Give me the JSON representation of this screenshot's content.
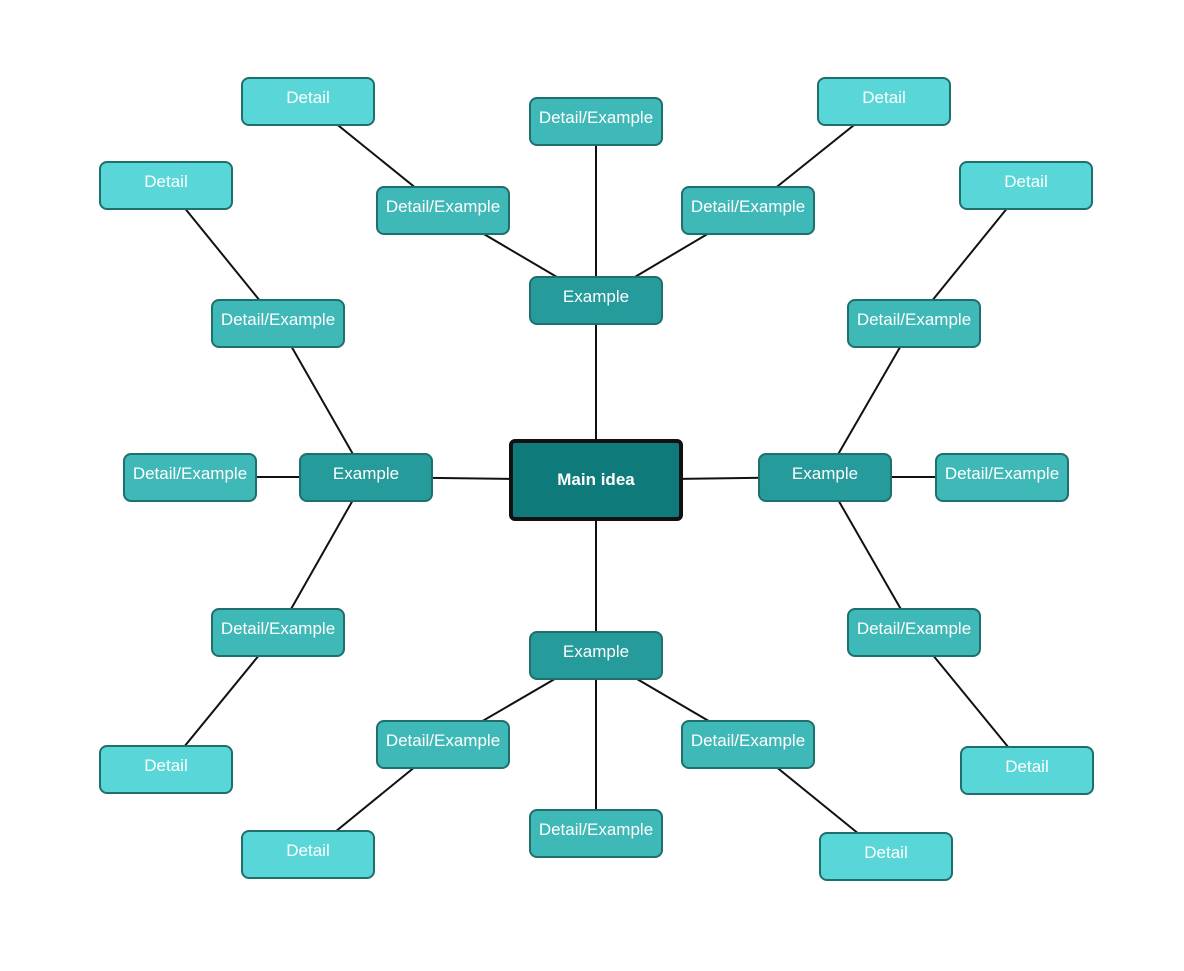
{
  "colors": {
    "main_fill": "#0f7a7a",
    "example_fill": "#269b9b",
    "detail_example_fill": "#3fb8b8",
    "detail_fill": "#59d6d8",
    "edge": "#111111",
    "node_border": "#1f6f6c"
  },
  "nodes": [
    {
      "id": "main",
      "level": "main",
      "label": "Main idea"
    },
    {
      "id": "ex-top",
      "level": "example",
      "label": "Example"
    },
    {
      "id": "ex-left",
      "level": "example",
      "label": "Example"
    },
    {
      "id": "ex-right",
      "level": "example",
      "label": "Example"
    },
    {
      "id": "ex-bottom",
      "level": "example",
      "label": "Example"
    },
    {
      "id": "de-top-c",
      "level": "detail-example",
      "label": "Detail/Example"
    },
    {
      "id": "de-top-l",
      "level": "detail-example",
      "label": "Detail/Example"
    },
    {
      "id": "de-top-r",
      "level": "detail-example",
      "label": "Detail/Example"
    },
    {
      "id": "de-left-u",
      "level": "detail-example",
      "label": "Detail/Example"
    },
    {
      "id": "de-left-m",
      "level": "detail-example",
      "label": "Detail/Example"
    },
    {
      "id": "de-left-d",
      "level": "detail-example",
      "label": "Detail/Example"
    },
    {
      "id": "de-right-u",
      "level": "detail-example",
      "label": "Detail/Example"
    },
    {
      "id": "de-right-m",
      "level": "detail-example",
      "label": "Detail/Example"
    },
    {
      "id": "de-right-d",
      "level": "detail-example",
      "label": "Detail/Example"
    },
    {
      "id": "de-bot-l",
      "level": "detail-example",
      "label": "Detail/Example"
    },
    {
      "id": "de-bot-c",
      "level": "detail-example",
      "label": "Detail/Example"
    },
    {
      "id": "de-bot-r",
      "level": "detail-example",
      "label": "Detail/Example"
    },
    {
      "id": "d-top-l",
      "level": "detail",
      "label": "Detail"
    },
    {
      "id": "d-top-r",
      "level": "detail",
      "label": "Detail"
    },
    {
      "id": "d-left-u",
      "level": "detail",
      "label": "Detail"
    },
    {
      "id": "d-left-d",
      "level": "detail",
      "label": "Detail"
    },
    {
      "id": "d-right-u",
      "level": "detail",
      "label": "Detail"
    },
    {
      "id": "d-right-d",
      "level": "detail",
      "label": "Detail"
    },
    {
      "id": "d-bot-l",
      "level": "detail",
      "label": "Detail"
    },
    {
      "id": "d-bot-r",
      "level": "detail",
      "label": "Detail"
    }
  ],
  "edges": [
    [
      "main",
      "ex-top"
    ],
    [
      "main",
      "ex-left"
    ],
    [
      "main",
      "ex-right"
    ],
    [
      "main",
      "ex-bottom"
    ],
    [
      "ex-top",
      "de-top-c"
    ],
    [
      "ex-top",
      "de-top-l"
    ],
    [
      "ex-top",
      "de-top-r"
    ],
    [
      "de-top-l",
      "d-top-l"
    ],
    [
      "de-top-r",
      "d-top-r"
    ],
    [
      "ex-left",
      "de-left-u"
    ],
    [
      "ex-left",
      "de-left-m"
    ],
    [
      "ex-left",
      "de-left-d"
    ],
    [
      "de-left-u",
      "d-left-u"
    ],
    [
      "de-left-d",
      "d-left-d"
    ],
    [
      "ex-right",
      "de-right-u"
    ],
    [
      "ex-right",
      "de-right-m"
    ],
    [
      "ex-right",
      "de-right-d"
    ],
    [
      "de-right-u",
      "d-right-u"
    ],
    [
      "de-right-d",
      "d-right-d"
    ],
    [
      "ex-bottom",
      "de-bot-l"
    ],
    [
      "ex-bottom",
      "de-bot-c"
    ],
    [
      "ex-bottom",
      "de-bot-r"
    ],
    [
      "de-bot-l",
      "d-bot-l"
    ],
    [
      "de-bot-r",
      "d-bot-r"
    ]
  ]
}
